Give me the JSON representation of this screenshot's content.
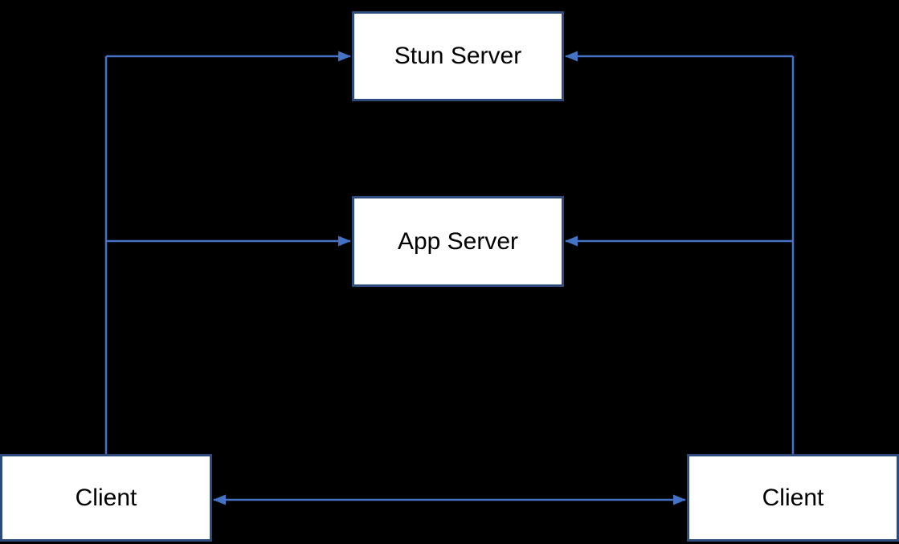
{
  "diagram": {
    "nodes": [
      {
        "id": "stun-server",
        "label": "Stun Server"
      },
      {
        "id": "app-server",
        "label": "App Server"
      },
      {
        "id": "client-left",
        "label": "Client"
      },
      {
        "id": "client-right",
        "label": "Client"
      }
    ],
    "edges": [
      {
        "from": "client-left",
        "to": "stun-server",
        "direction": "one-way"
      },
      {
        "from": "client-right",
        "to": "stun-server",
        "direction": "one-way"
      },
      {
        "from": "client-left",
        "to": "app-server",
        "direction": "one-way"
      },
      {
        "from": "client-right",
        "to": "app-server",
        "direction": "one-way"
      },
      {
        "from": "client-left",
        "to": "client-right",
        "direction": "two-way"
      }
    ],
    "colors": {
      "background": "#000000",
      "box_fill": "#FFFFFF",
      "box_border": "#2E4B7D",
      "arrow": "#4472C4",
      "text": "#000000"
    }
  }
}
